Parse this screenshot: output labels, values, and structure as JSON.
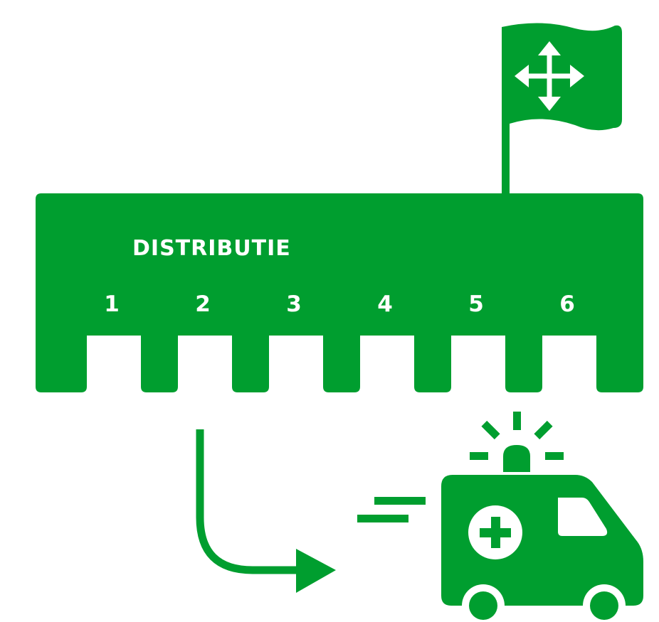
{
  "diagram": {
    "title": "DISTRIBUTIE",
    "slots": [
      "1",
      "2",
      "3",
      "4",
      "5",
      "6"
    ]
  },
  "icons": {
    "flag": "move-arrows-flag-icon",
    "arrow": "curved-arrow-icon",
    "vehicle": "ambulance-icon"
  },
  "colors": {
    "primary": "#009e2f",
    "background": "#ffffff"
  }
}
